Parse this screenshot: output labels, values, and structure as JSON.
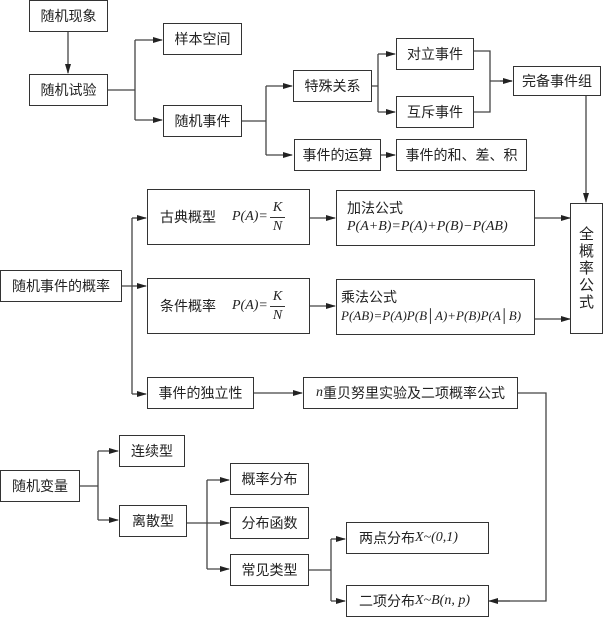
{
  "nodes": {
    "random_phenomenon": "随机现象",
    "random_experiment": "随机试验",
    "sample_space": "样本空间",
    "random_event": "随机事件",
    "special_relation": "特殊关系",
    "opposite_events": "对立事件",
    "mutually_exclusive": "互斥事件",
    "complete_event_group": "完备事件组",
    "event_operations": "事件的运算",
    "sum_diff_product": "事件的和、差、积",
    "event_probability": "随机事件的概率",
    "classical_model": {
      "label": "古典概型",
      "formula_lhs": "P(A)=",
      "num": "K",
      "den": "N"
    },
    "conditional_probability": {
      "label": "条件概率",
      "formula_lhs": "P(A)=",
      "num": "K",
      "den": "N"
    },
    "addition_formula": {
      "label": "加法公式",
      "formula": "P(A+B)=P(A)+P(B)−P(AB)"
    },
    "multiplication_formula": {
      "label": "乘法公式",
      "formula": "P(AB)=P(A)P(B│A)+P(B)P(A│B)"
    },
    "total_probability": "全概率公式",
    "event_independence": "事件的独立性",
    "bernoulli": {
      "prefix": "n",
      "label": "重贝努里实验及二项概率公式"
    },
    "random_variable": "随机变量",
    "continuous": "连续型",
    "discrete": "离散型",
    "probability_distribution": "概率分布",
    "distribution_function": "分布函数",
    "common_types": "常见类型",
    "two_point": {
      "label": "两点分布",
      "formula": "X~(0,1)"
    },
    "binomial": {
      "label": "二项分布",
      "formula": "X~B(n, p)"
    }
  },
  "colors": {
    "line": "#444444",
    "border": "#333333",
    "background": "#ffffff"
  }
}
